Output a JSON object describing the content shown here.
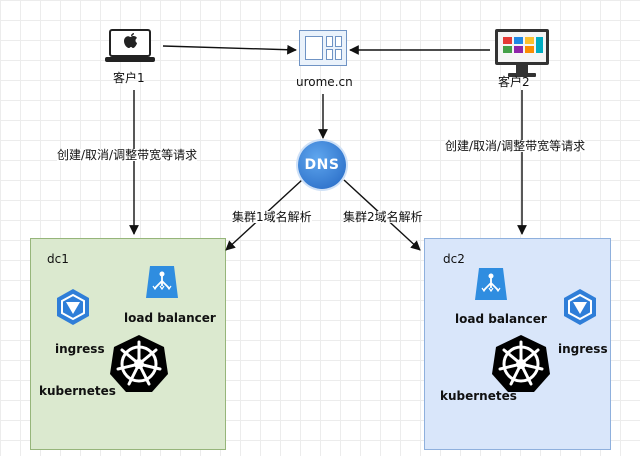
{
  "clients": {
    "client1": {
      "label": "客户1",
      "icon": "apple-laptop-icon"
    },
    "client2": {
      "label": "客户2",
      "icon": "windows-monitor-icon"
    }
  },
  "web": {
    "domain": "urome.cn",
    "icon": "web-app-window-icon"
  },
  "dns": {
    "label": "DNS",
    "icon": "dns-globe-icon"
  },
  "edges": {
    "client1_request": "创建/取消/调整带宽等请求",
    "client2_request": "创建/取消/调整带宽等请求",
    "dns_to_dc1": "集群1域名解析",
    "dns_to_dc2": "集群2域名解析"
  },
  "dc1": {
    "title": "dc1",
    "load_balancer": "load balancer",
    "ingress": "ingress",
    "kubernetes": "kubernetes",
    "color": "#dbe9cf"
  },
  "dc2": {
    "title": "dc2",
    "load_balancer": "load balancer",
    "ingress": "ingress",
    "kubernetes": "kubernetes",
    "color": "#d9e6fa"
  }
}
